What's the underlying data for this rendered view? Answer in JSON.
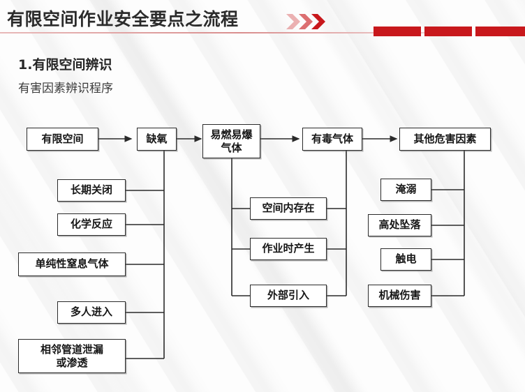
{
  "header": {
    "title": "有限空间作业安全要点之流程",
    "chevron_icon": "triple-chevron-right-icon",
    "accent_color": "#c8181c",
    "rule_color": "#d98e8e"
  },
  "section": {
    "number_title": "1.有限空间辨识",
    "subtitle": "有害因素辨识程序"
  },
  "flow": {
    "main_chain": [
      {
        "id": "confined-space",
        "label": "有限空间"
      },
      {
        "id": "oxygen-deficiency",
        "label": "缺氧"
      },
      {
        "id": "flammable-explosive-gas",
        "label": "易燃易爆\n气体"
      },
      {
        "id": "toxic-gas",
        "label": "有毒气体"
      },
      {
        "id": "other-hazard-factors",
        "label": "其他危害因素"
      }
    ],
    "oxygen_deficiency_causes": [
      {
        "id": "long-term-closure",
        "label": "长期关闭"
      },
      {
        "id": "chemical-reaction",
        "label": "化学反应"
      },
      {
        "id": "simple-asphyxiant-gas",
        "label": "单纯性窒息气体"
      },
      {
        "id": "many-people-entering",
        "label": "多人进入"
      },
      {
        "id": "adjacent-pipe-leak",
        "label": "相邻管道泄漏\n或渗透"
      }
    ],
    "gas_sources": [
      {
        "id": "existing-in-space",
        "label": "空间内存在"
      },
      {
        "id": "generated-during-work",
        "label": "作业时产生"
      },
      {
        "id": "introduced-externally",
        "label": "外部引入"
      }
    ],
    "other_hazards": [
      {
        "id": "drowning",
        "label": "淹溺"
      },
      {
        "id": "fall-from-height",
        "label": "高处坠落"
      },
      {
        "id": "electric-shock",
        "label": "触电"
      },
      {
        "id": "mechanical-injury",
        "label": "机械伤害"
      }
    ]
  }
}
